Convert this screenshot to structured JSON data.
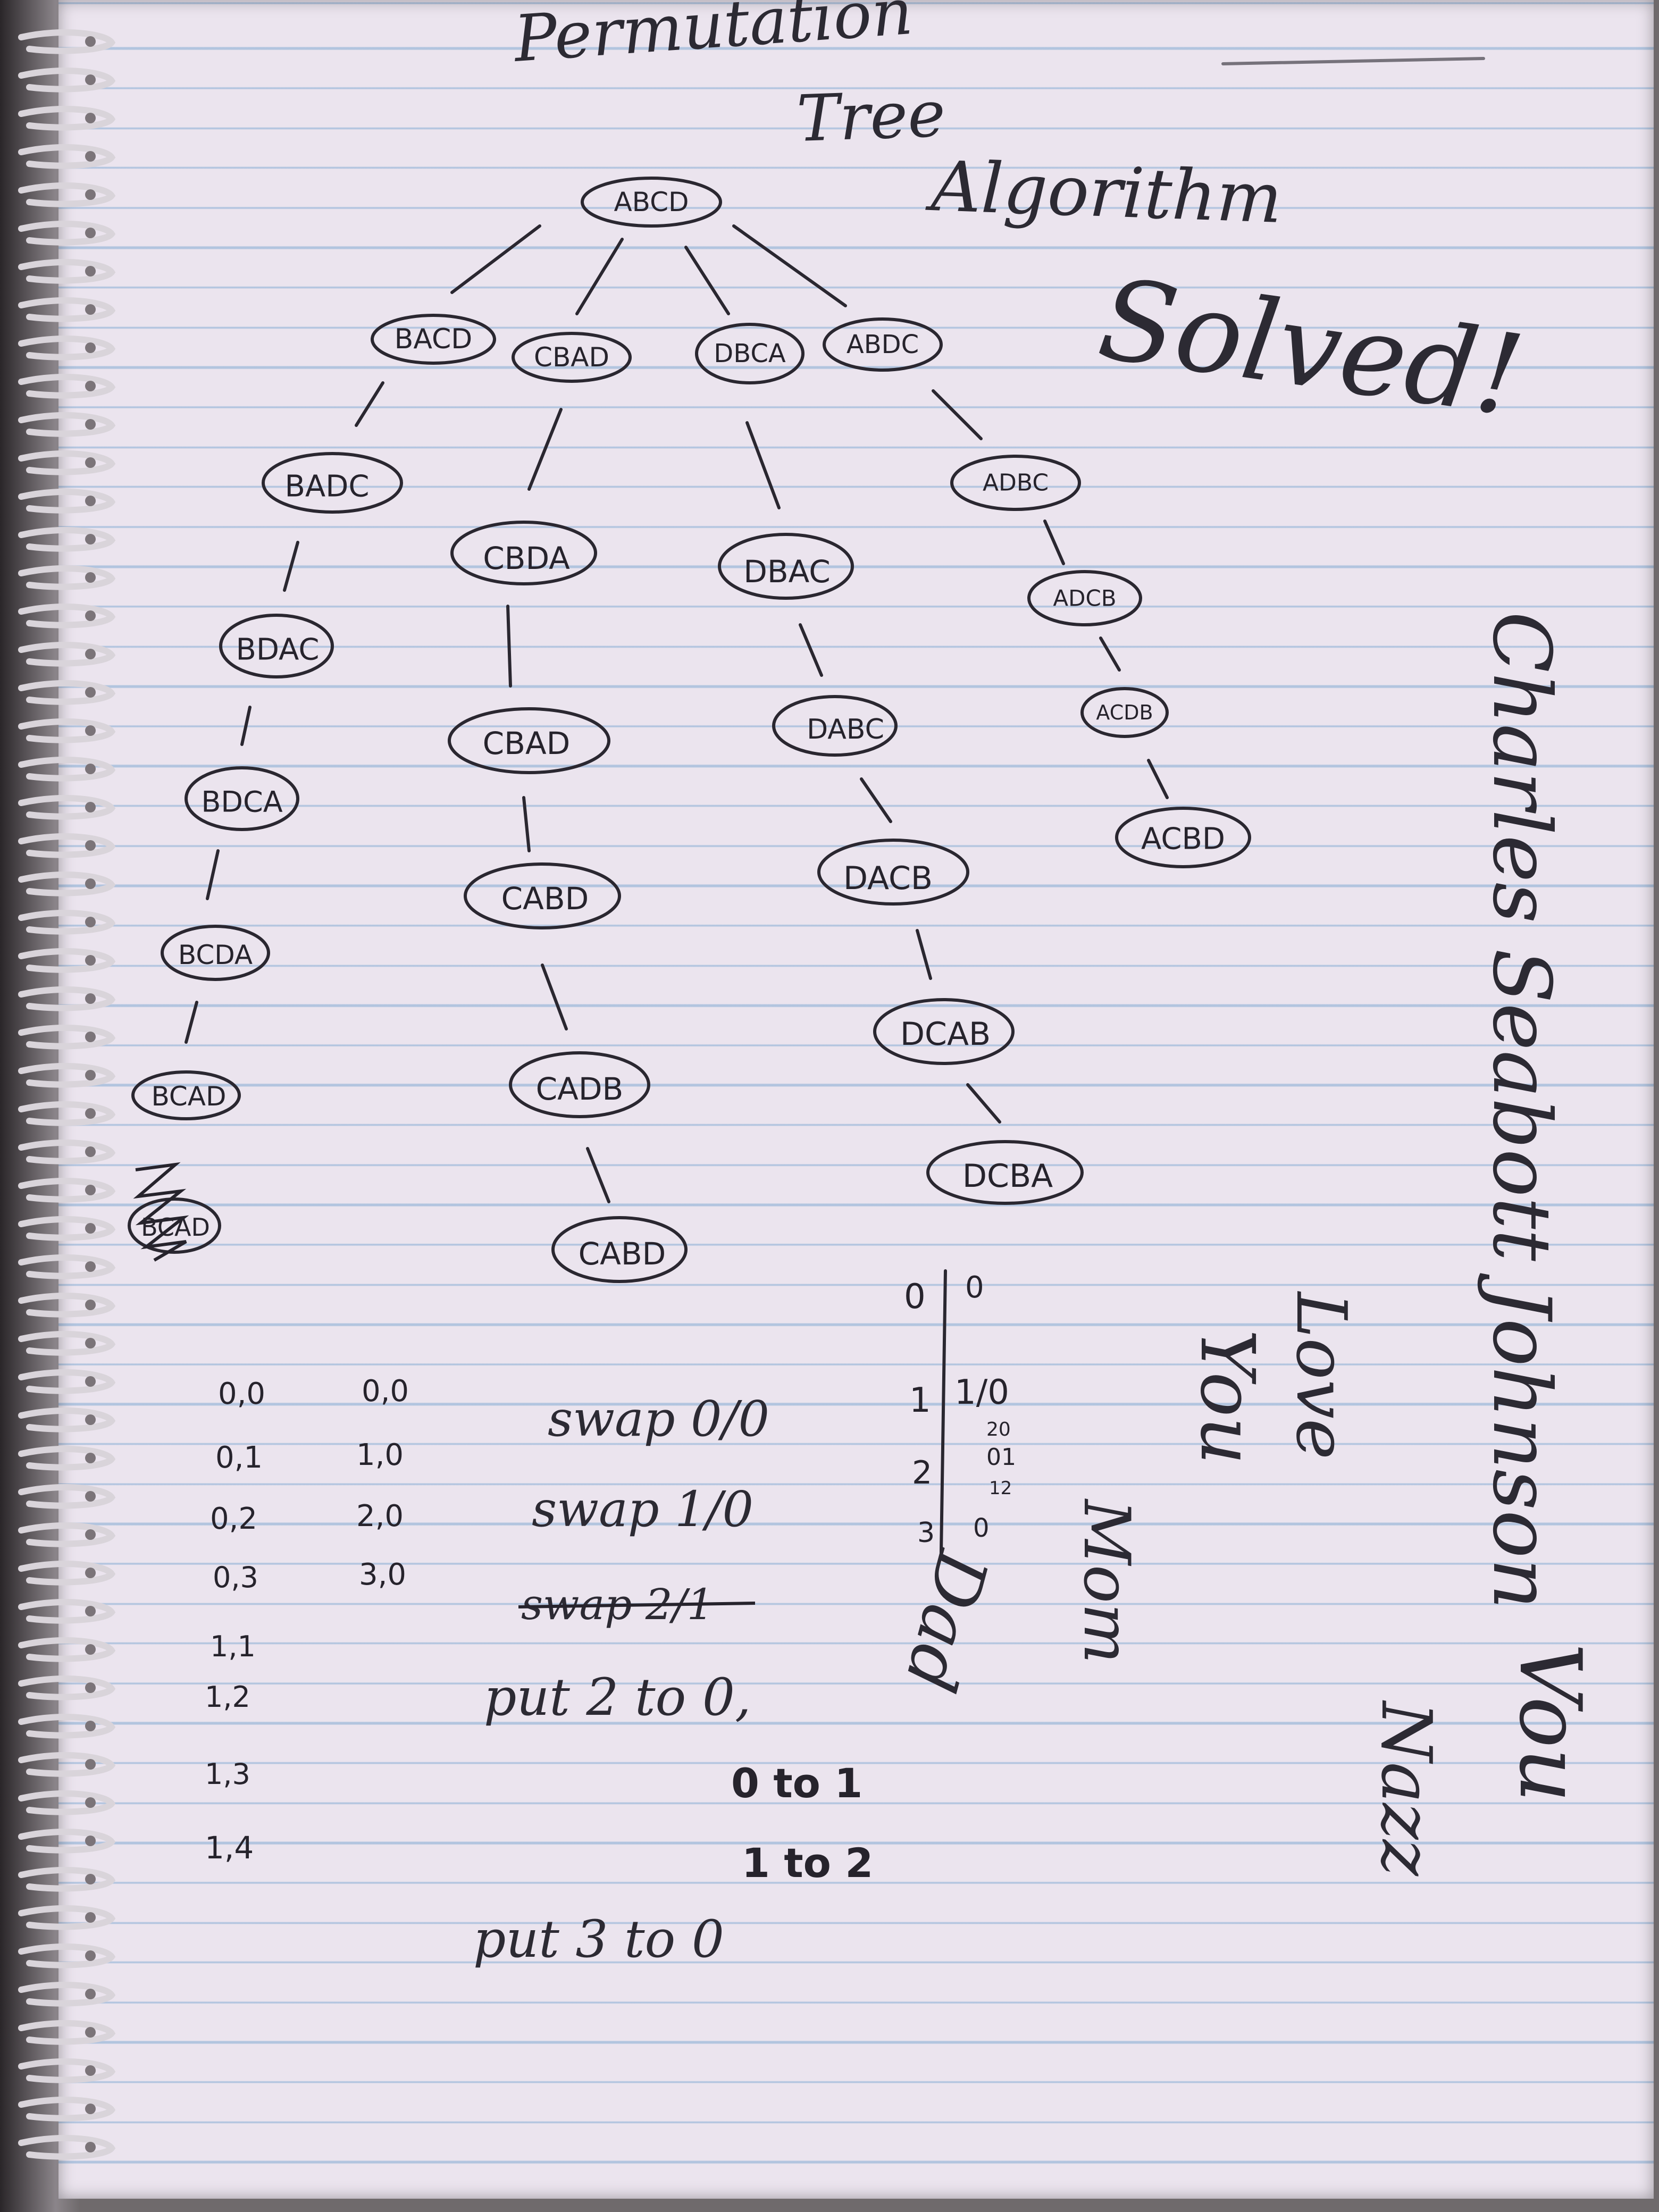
{
  "title": [
    "Permutation",
    "Tree",
    "Algorithm"
  ],
  "status": "Solved!",
  "tree": {
    "root": "ABCD",
    "level1": [
      "BACD",
      "CBAD",
      "DBCA",
      "ABDC"
    ],
    "branches": [
      [
        "BADC",
        "BDAC",
        "BDCA",
        "BCDA",
        "BCAD"
      ],
      [
        "CBDA",
        "CBAD",
        "CABD",
        "CADB",
        "CABD"
      ],
      [
        "DBAC",
        "DABC",
        "DACB",
        "DCAB",
        "DCBA"
      ],
      [
        "ADBC",
        "ADCB",
        "ACDB",
        "ACBD"
      ]
    ],
    "crossed_node": "BCAD"
  },
  "index_pairs": {
    "left": [
      "0,0",
      "0,1",
      "0,2",
      "0,3",
      "1,1",
      "1,2",
      "1,3",
      "1,4"
    ],
    "right": [
      "0,0",
      "1,0",
      "2,0",
      "3,0"
    ]
  },
  "steps": [
    "swap 0/0",
    "swap 1/0",
    "swap 2/1",
    "put 2 to 0,",
    "0 to 1",
    "1 to 2",
    "put 3 to 0"
  ],
  "crossed_step_index": 2,
  "level_table": {
    "levels": [
      "0",
      "1",
      "2",
      "3"
    ],
    "values": [
      "0",
      "1/0",
      "20",
      "01",
      "12",
      "0"
    ]
  },
  "vertical_notes": [
    "Charles Seabott Johnson",
    "Love",
    "You",
    "Mom",
    "Dad",
    "Vou",
    "Nazz"
  ]
}
